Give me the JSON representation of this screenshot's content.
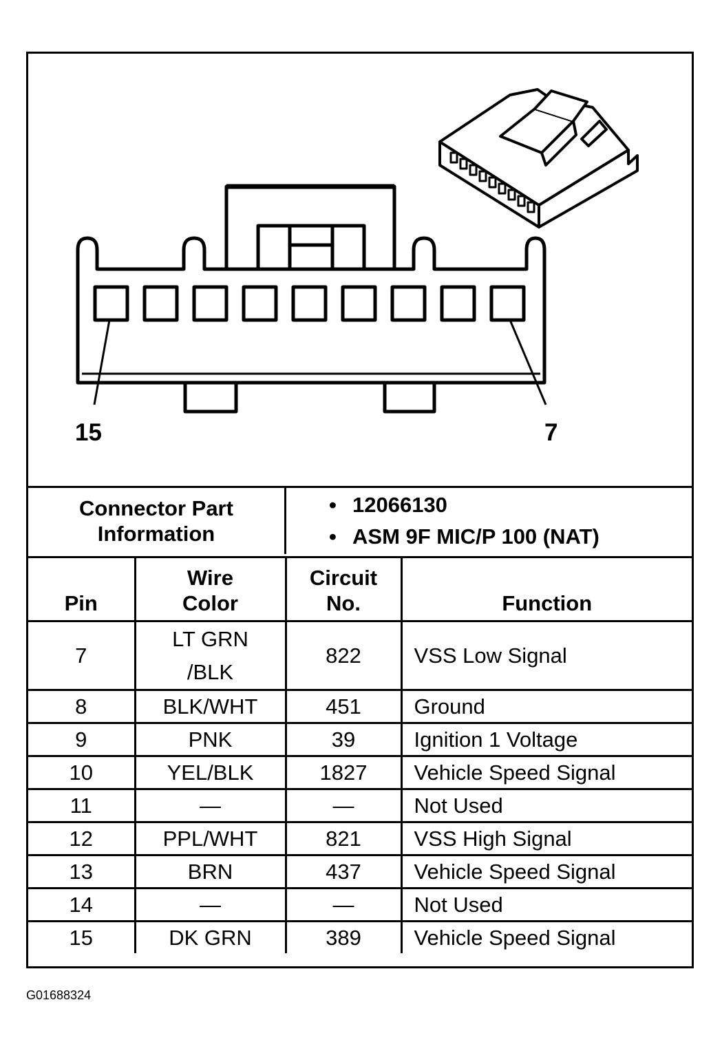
{
  "callouts": {
    "left_pin": "15",
    "right_pin": "7"
  },
  "part_info": {
    "label_line1": "Connector Part",
    "label_line2": "Information",
    "bullet": "•",
    "items": [
      "12066130",
      "ASM 9F MIC/P 100 (NAT)"
    ]
  },
  "table": {
    "headers": {
      "pin": "Pin",
      "wire_line1": "Wire",
      "wire_line2": "Color",
      "circuit_line1": "Circuit",
      "circuit_line2": "No.",
      "function": "Function"
    },
    "rows": [
      {
        "pin": "7",
        "wire_line1": "LT GRN",
        "wire_line2": "/BLK",
        "circuit": "822",
        "function": "VSS Low Signal"
      },
      {
        "pin": "8",
        "wire": "BLK/WHT",
        "circuit": "451",
        "function": "Ground"
      },
      {
        "pin": "9",
        "wire": "PNK",
        "circuit": "39",
        "function": "Ignition 1 Voltage"
      },
      {
        "pin": "10",
        "wire": "YEL/BLK",
        "circuit": "1827",
        "function": "Vehicle Speed Signal"
      },
      {
        "pin": "11",
        "wire": "—",
        "circuit": "—",
        "function": "Not Used"
      },
      {
        "pin": "12",
        "wire": "PPL/WHT",
        "circuit": "821",
        "function": "VSS High Signal"
      },
      {
        "pin": "13",
        "wire": "BRN",
        "circuit": "437",
        "function": "Vehicle Speed Signal"
      },
      {
        "pin": "14",
        "wire": "—",
        "circuit": "—",
        "function": "Not Used"
      },
      {
        "pin": "15",
        "wire": "DK GRN",
        "circuit": "389",
        "function": "Vehicle Speed Signal"
      }
    ]
  },
  "caption": "G01688324"
}
